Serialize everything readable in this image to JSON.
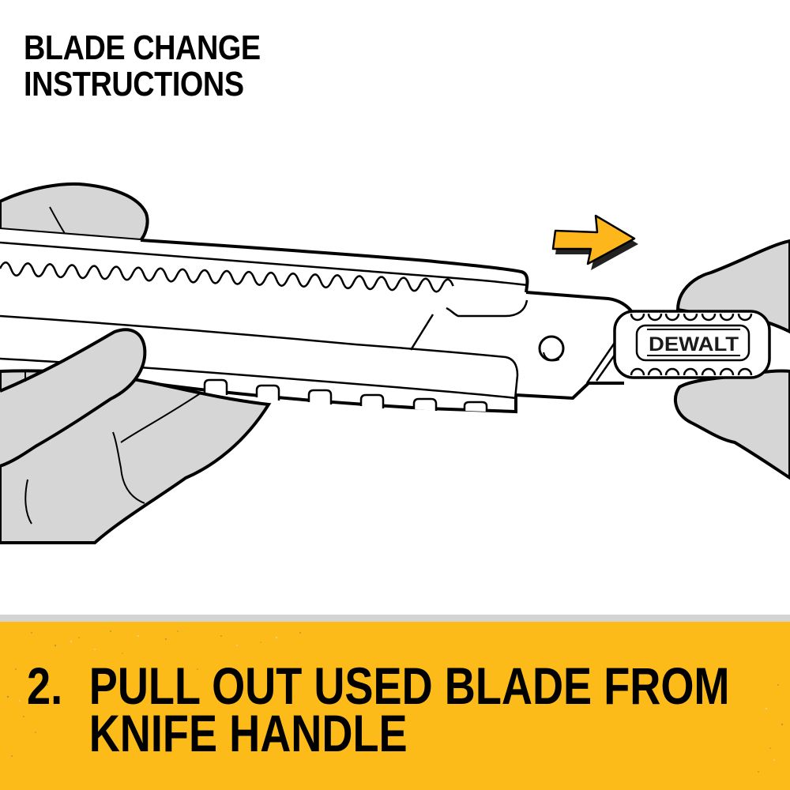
{
  "header": {
    "title_line1": "BLADE CHANGE",
    "title_line2": "INSTRUCTIONS"
  },
  "illustration": {
    "description": "Hands pulling a used blade out of a knife handle",
    "brand_logo_text": "DEWALT",
    "direction_arrow": "arrow-right",
    "colors": {
      "hand_fill": "#d6d6d6",
      "outline": "#000000",
      "arrow_fill": "#fdb71c"
    }
  },
  "banner": {
    "step_number": "2.",
    "step_line1": "PULL OUT USED BLADE FROM",
    "step_line2": "KNIFE HANDLE",
    "colors": {
      "background": "#fdbb1a",
      "strip": "#d3d5d4",
      "text": "#000000"
    }
  }
}
